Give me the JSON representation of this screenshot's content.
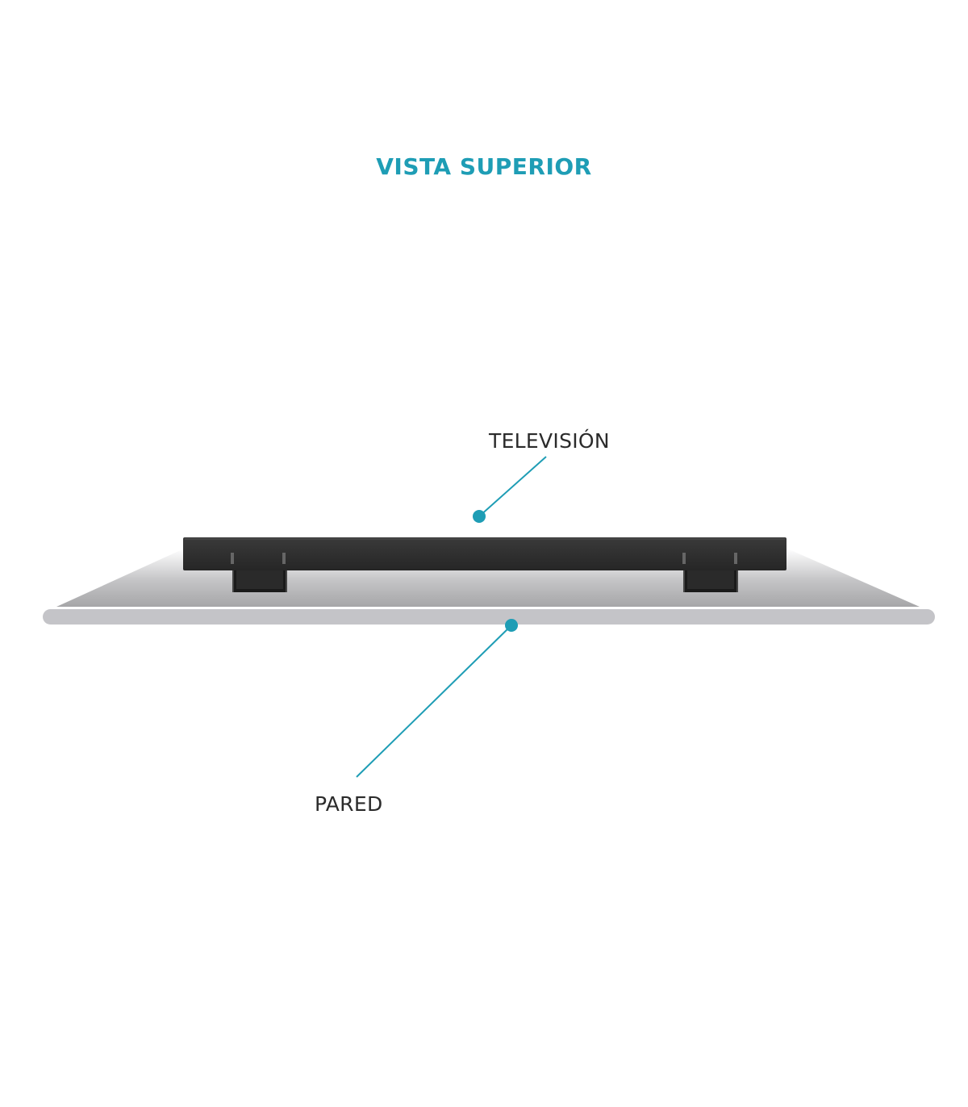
{
  "title": "VISTA SUPERIOR",
  "labels": {
    "television": "TELEVISIÓN",
    "wall": "PARED"
  },
  "colors": {
    "accent": "#1e9db5",
    "tv_body": "#2e2e2e",
    "wall": "#c4c4c8",
    "label_text": "#2b2b2b"
  }
}
